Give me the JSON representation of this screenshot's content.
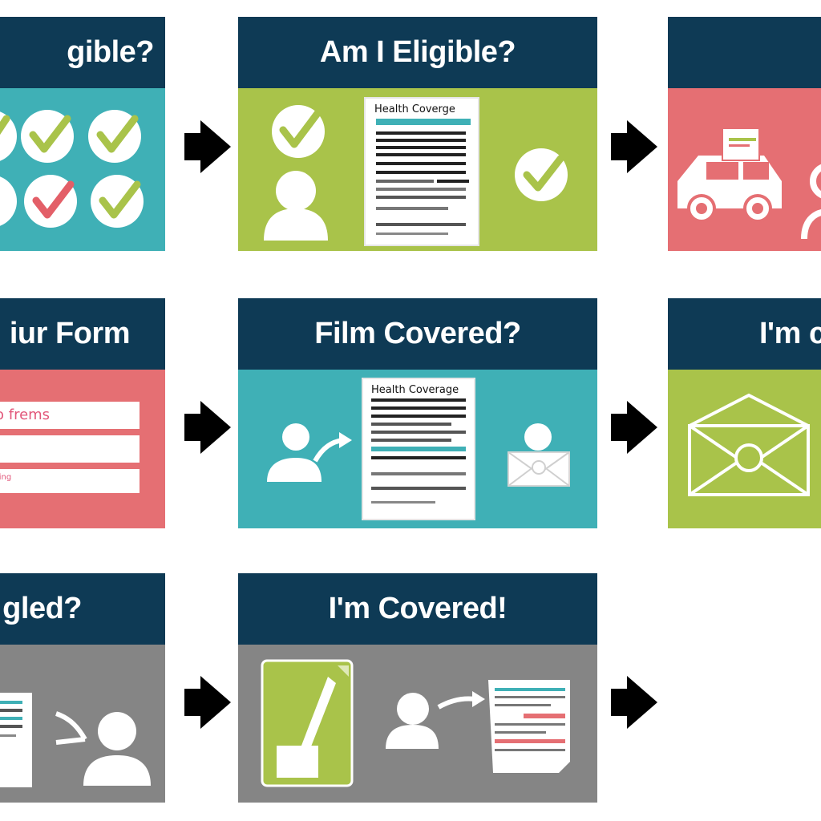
{
  "colors": {
    "header": "#0e3a55",
    "teal": "#3fb0b6",
    "green": "#a9c34a",
    "coral": "#e56f73",
    "gray": "#858585",
    "check_green": "#a9c34a",
    "check_red": "#e35f68",
    "pink": "#e2577a"
  },
  "cards": {
    "r1c1": {
      "title": "gible?"
    },
    "r1c2": {
      "title": "Am I Eligible?",
      "doc_title": "Health Coverge"
    },
    "r1c3": {
      "title": ""
    },
    "r2c1": {
      "title": "iur Form",
      "form_line1": "o frems",
      "form_line3": "iing"
    },
    "r2c2": {
      "title": "Film Covered?",
      "doc_title": "Health Coverage"
    },
    "r2c3": {
      "title": "I'm c"
    },
    "r3c1": {
      "title": "gled?"
    },
    "r3c2": {
      "title": "I'm Covered!"
    }
  },
  "icons": [
    "check-icon",
    "person-icon",
    "document-icon",
    "car-icon",
    "envelope-icon",
    "pencil-icon",
    "arrow-right-icon",
    "curved-arrow-icon"
  ]
}
